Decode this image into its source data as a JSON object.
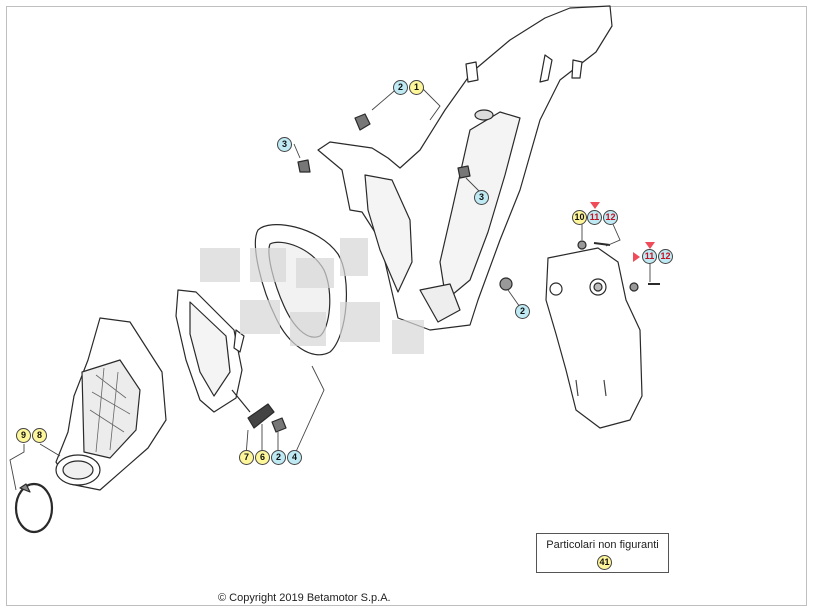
{
  "labels": {
    "t1": "1",
    "t2a": "2",
    "t3a": "3",
    "t3b": "3",
    "t2b": "2",
    "t10": "10",
    "t11a": "11",
    "t12a": "12",
    "t11b": "11",
    "t12b": "12",
    "t9": "9",
    "t8": "8",
    "t7": "7",
    "t6": "6",
    "t2c": "2",
    "t4": "4"
  },
  "legend": {
    "title": "Particolari non figuranti",
    "item": "41"
  },
  "footer": {
    "copyright": "© Copyright 2019 Betamotor S.p.A."
  },
  "colors": {
    "yellow_tag": "#fdf69a",
    "cyan_tag": "#bfeaf4",
    "red_marker": "#ef4b59"
  }
}
